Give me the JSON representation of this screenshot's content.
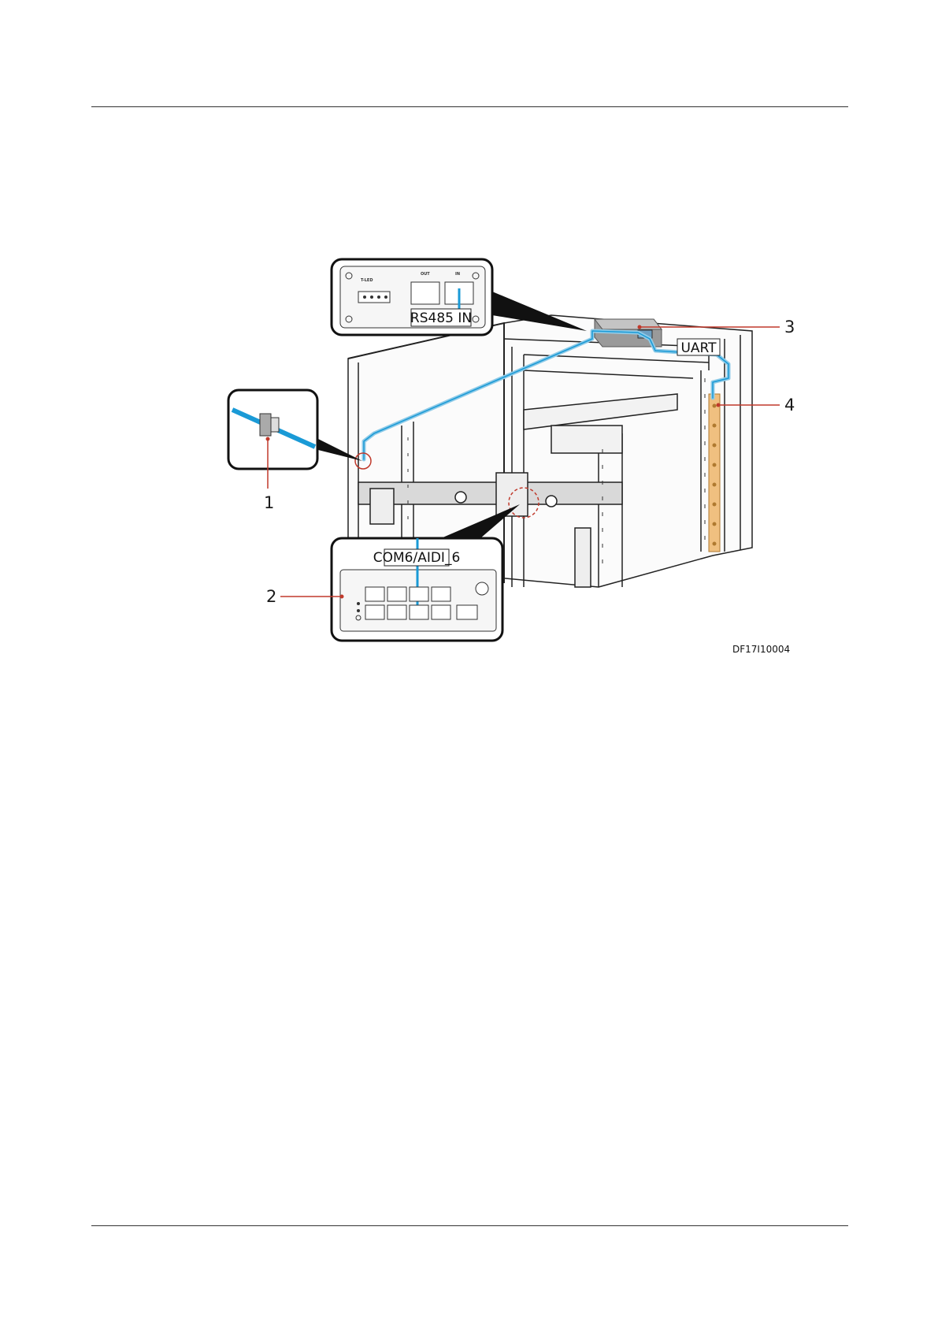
{
  "figure": {
    "id": "DF17I10004",
    "labels": {
      "rs485_in": "RS485 IN",
      "uart": "UART",
      "com6": "COM6/AIDI_6",
      "t_led": "T-LED",
      "out": "OUT",
      "in": "IN"
    },
    "callouts": [
      "1",
      "2",
      "3",
      "4"
    ],
    "colors": {
      "cable": "#1a9ad6",
      "cable_light": "#8fcbe8",
      "callout_line": "#c0392b",
      "copper_bar": "#f0c080"
    }
  }
}
